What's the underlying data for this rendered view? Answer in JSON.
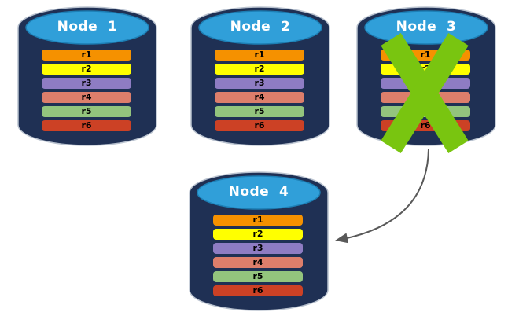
{
  "diagram": {
    "nodes": [
      {
        "title": "Node  1",
        "failed": false,
        "rows": [
          {
            "label": "r1",
            "color": "#F59100"
          },
          {
            "label": "r2",
            "color": "#FFFF00"
          },
          {
            "label": "r3",
            "color": "#8E7CC3"
          },
          {
            "label": "r4",
            "color": "#DD7E6B"
          },
          {
            "label": "r5",
            "color": "#93C47D"
          },
          {
            "label": "r6",
            "color": "#CC4125"
          }
        ]
      },
      {
        "title": "Node  2",
        "failed": false,
        "rows": [
          {
            "label": "r1",
            "color": "#F59100"
          },
          {
            "label": "r2",
            "color": "#FFFF00"
          },
          {
            "label": "r3",
            "color": "#8E7CC3"
          },
          {
            "label": "r4",
            "color": "#DD7E6B"
          },
          {
            "label": "r5",
            "color": "#93C47D"
          },
          {
            "label": "r6",
            "color": "#CC4125"
          }
        ]
      },
      {
        "title": "Node  3",
        "failed": true,
        "rows": [
          {
            "label": "r1",
            "color": "#F59100"
          },
          {
            "label": "r2",
            "color": "#FFFF00"
          },
          {
            "label": "r3",
            "color": "#8E7CC3"
          },
          {
            "label": "r4",
            "color": "#DD7E6B"
          },
          {
            "label": "r5",
            "color": "#93C47D"
          },
          {
            "label": "r6",
            "color": "#CC4125"
          }
        ]
      },
      {
        "title": "Node  4",
        "failed": false,
        "rows": [
          {
            "label": "r1",
            "color": "#F59100"
          },
          {
            "label": "r2",
            "color": "#FFFF00"
          },
          {
            "label": "r3",
            "color": "#8E7CC3"
          },
          {
            "label": "r4",
            "color": "#DD7E6B"
          },
          {
            "label": "r5",
            "color": "#93C47D"
          },
          {
            "label": "r6",
            "color": "#CC4125"
          }
        ]
      }
    ],
    "failure_mark": {
      "icon": "green-x-icon",
      "on_node": "Node  3",
      "color": "#79C510"
    },
    "arrow": {
      "from": "Node  3",
      "to": "Node  4",
      "color": "#595959"
    },
    "colors": {
      "cylinder_body": "#1F3054",
      "cylinder_cap": "#309FD9",
      "cap_border": "#1D7FB5",
      "outline": "#B9C2CF",
      "title_text": "#FFFFFF",
      "row_text": "#000000",
      "background": "#FFFFFF"
    }
  }
}
